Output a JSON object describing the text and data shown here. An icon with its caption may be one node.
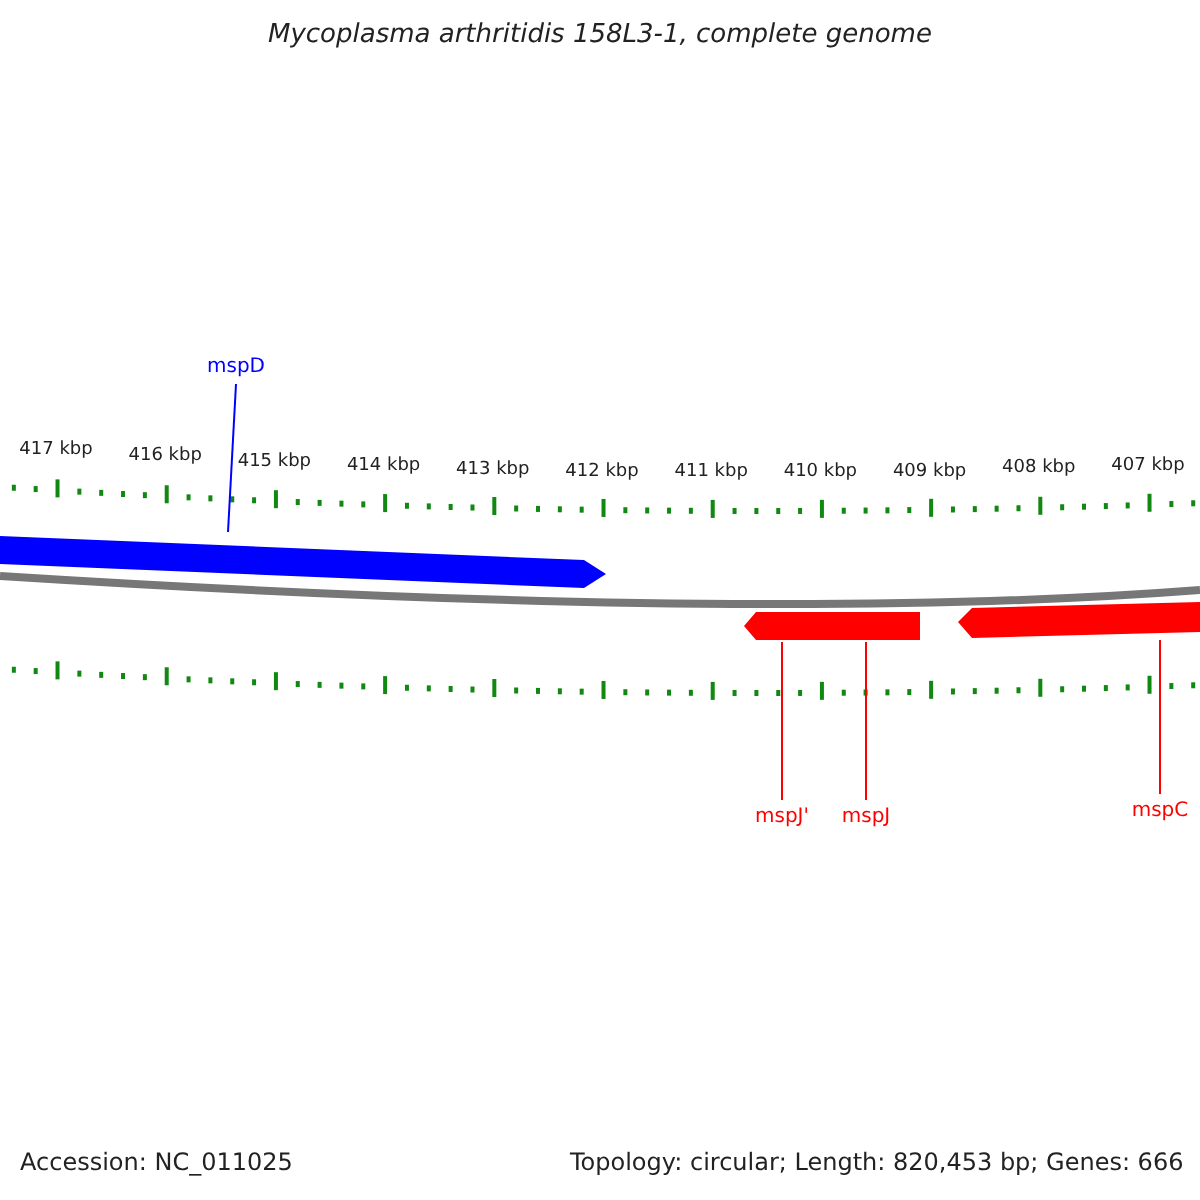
{
  "diagram": {
    "title": "Mycoplasma arthritidis 158L3-1, complete genome",
    "nodes": [
      {
        "text": [
          "mspD"
        ]
      },
      {
        "text": [],
        "shape": "bar"
      },
      {
        "text": [
          "mspJ'"
        ]
      },
      {
        "text": [],
        "shape": "bar"
      },
      {
        "text": [
          "mspJ"
        ]
      },
      {
        "text": [],
        "shape": "bar"
      },
      {
        "text": [
          "mspC"
        ]
      },
      {
        "text": [],
        "shape": "bar"
      }
    ],
    "edges": [
      {
        "from": 0,
        "to": 1,
        "arrow": "none",
        "color": "#0000ff"
      },
      {
        "from": 2,
        "to": 3,
        "arrow": "none",
        "color": "#ff0000"
      },
      {
        "from": 4,
        "to": 5,
        "arrow": "none",
        "color": "#ff0000"
      },
      {
        "from": 6,
        "to": 7,
        "arrow": "none",
        "color": "#ff0000"
      }
    ],
    "labels": [
      "417 kbp",
      "416 kbp",
      "415 kbp",
      "414 kbp",
      "413 kbp",
      "412 kbp",
      "411 kbp",
      "410 kbp",
      "409 kbp",
      "408 kbp",
      "407 kbp",
      "Accession: NC_011025",
      "Topology: circular; Length: 820,453 bp; Genes: 666"
    ]
  }
}
